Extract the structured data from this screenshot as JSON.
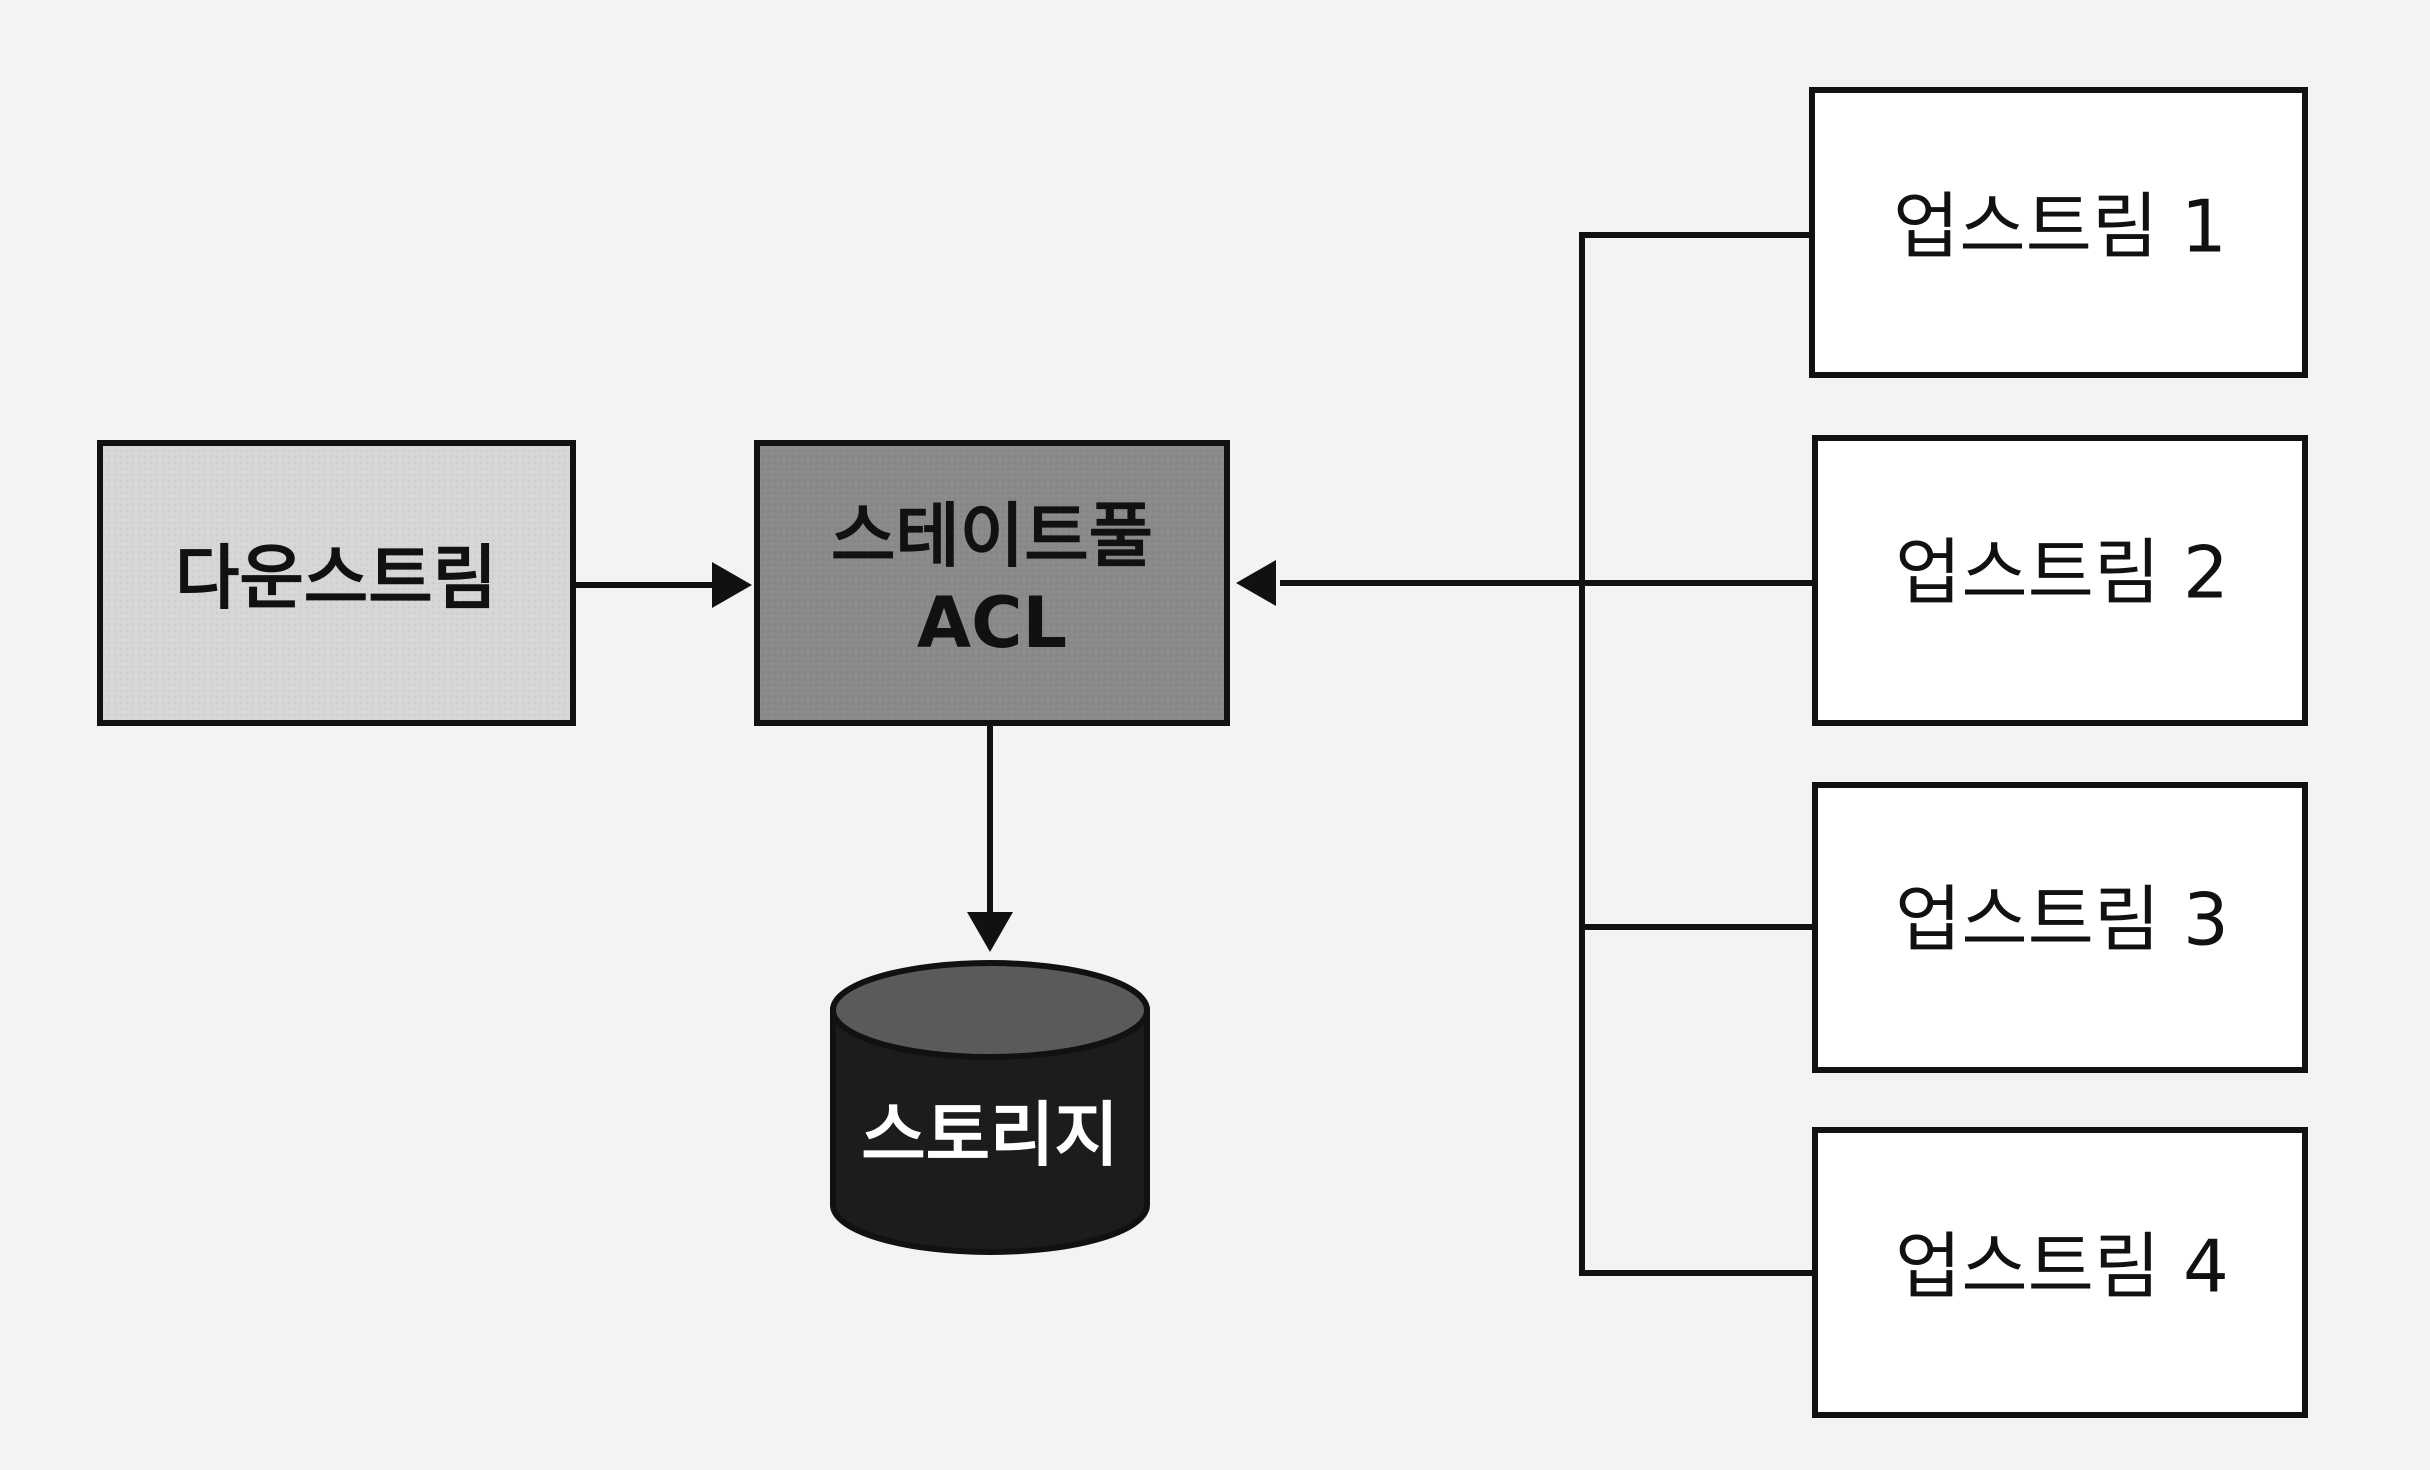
{
  "diagram": {
    "downstream": {
      "label": "다운스트림"
    },
    "acl": {
      "line1": "스테이트풀",
      "line2": "ACL"
    },
    "storage": {
      "label": "스토리지"
    },
    "upstreams": [
      {
        "label": "업스트림 1"
      },
      {
        "label": "업스트림 2"
      },
      {
        "label": "업스트림 3"
      },
      {
        "label": "업스트림 4"
      }
    ],
    "colors": {
      "downstream_fill": "#d6d6d6",
      "acl_fill": "#8a8a8a",
      "storage_fill": "#1c1c1c",
      "storage_top": "#5a5a5a",
      "upstream_fill": "#ffffff",
      "line": "#111111"
    }
  }
}
